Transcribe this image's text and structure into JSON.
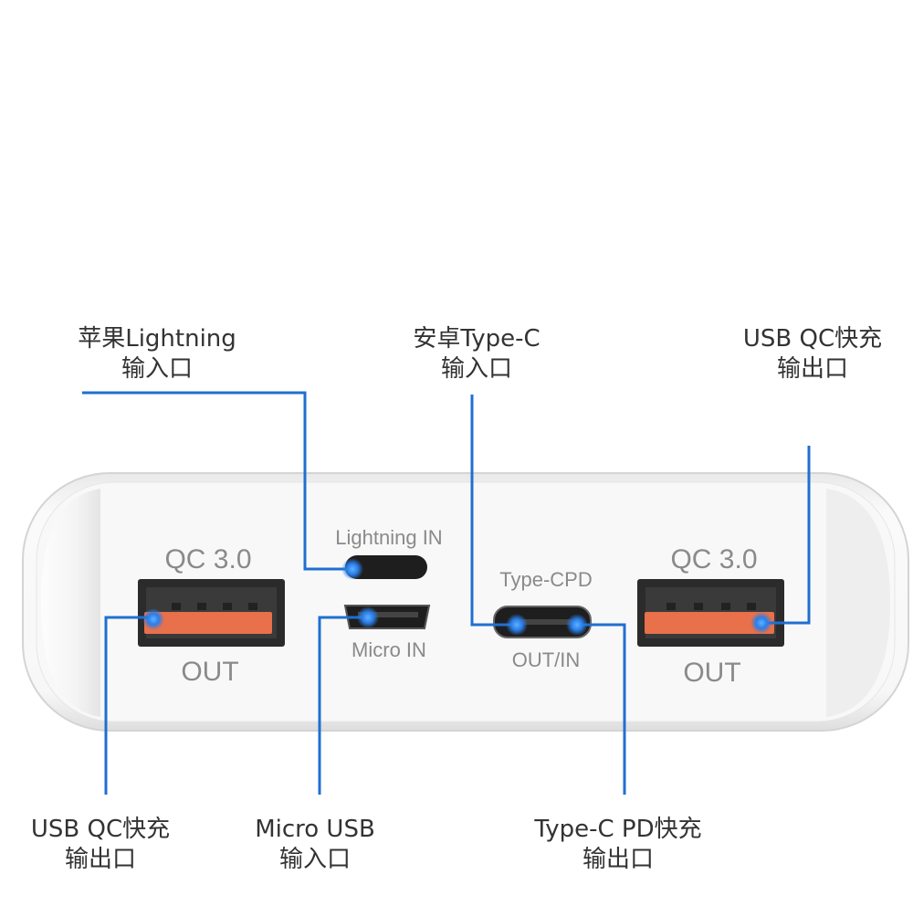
{
  "callouts": {
    "top_left": {
      "line1": "苹果Lightning",
      "line2": "输入口"
    },
    "top_center": {
      "line1": "安卓Type-C",
      "line2": "输入口"
    },
    "top_right": {
      "line1": "USB  QC快充",
      "line2": "输出口"
    },
    "bottom_left": {
      "line1": "USB  QC快充",
      "line2": "输出口"
    },
    "bottom_center": {
      "line1": "Micro USB",
      "line2": "输入口"
    },
    "bottom_right": {
      "line1": "Type-C PD快充",
      "line2": "输出口"
    }
  },
  "device": {
    "left_port": {
      "top_label": "QC 3.0",
      "bottom_label": "OUT"
    },
    "lightning": {
      "label": "Lightning  IN"
    },
    "micro": {
      "label": "Micro  IN"
    },
    "typec": {
      "top_label": "Type-CPD",
      "bottom_label": "OUT/IN"
    },
    "right_port": {
      "top_label": "QC 3.0",
      "bottom_label": "OUT"
    }
  },
  "colors": {
    "leader_line": "#1f6fd1",
    "usb_insert": "#e8704a",
    "body": "#f3f3f3",
    "dot": "#2a7ee8"
  }
}
